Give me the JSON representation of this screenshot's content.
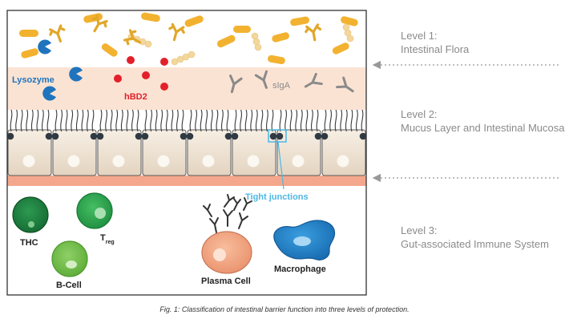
{
  "levels": [
    {
      "title": "Level 1:",
      "subtitle": "Intestinal Flora"
    },
    {
      "title": "Level 2:",
      "subtitle": "Mucus Layer and Intestinal Mucosa"
    },
    {
      "title": "Level 3:",
      "subtitle": "Gut-associated Immune System"
    }
  ],
  "labels": {
    "lysozyme": "Lysozyme",
    "hbd2": "hBD2",
    "siga": "sIgA",
    "tight_junctions": "Tight junctions",
    "thc": "THC",
    "treg_main": "T",
    "treg_sub": "reg",
    "bcell": "B-Cell",
    "plasma_cell": "Plasma Cell",
    "macrophage": "Macrophage"
  },
  "caption": "Fig. 1: Classification of intestinal barrier function into three levels of protection.",
  "colors": {
    "frame": "#333333",
    "mucus": "#fbe3d3",
    "membrane": "#f4a78c",
    "bacteria": "#f2b230",
    "chain": "#f3d79c",
    "antibody": "#e1a72a",
    "lysozyme": "#1f74bd",
    "hbd2": "#e3202a",
    "siga": "#8a8a8a",
    "cell_body": "#f6eee3",
    "junction": "#2f3a43",
    "tight_junction_box": "#4cb8e6",
    "thc": "#1b7a3c",
    "treg": "#23a14a",
    "bcell": "#6dbd45",
    "plasma": "#f1a07c",
    "macrophage": "#1f80c8",
    "arrow": "#999999"
  }
}
